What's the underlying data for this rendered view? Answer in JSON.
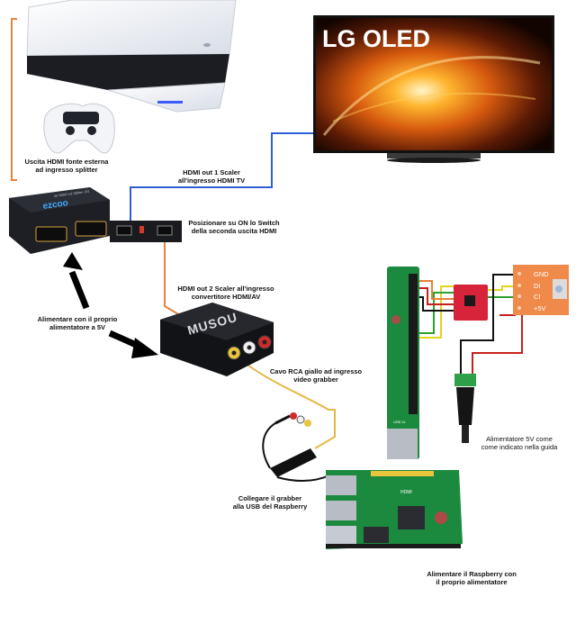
{
  "tv": {
    "brand": "LG OLED"
  },
  "devices": {
    "splitter_brand": "ezcoo",
    "splitter_model": "4K HDMI 1x2 Splitter 1X2",
    "converter_brand": "MUSOU",
    "hdmi_port": "HDMI",
    "pi_header_text": "USB 2x"
  },
  "led_module": {
    "pins": [
      "GND",
      "DI",
      "CI",
      "+5V"
    ]
  },
  "labels": {
    "ps5_out": [
      "Uscita HDMI fonte esterna",
      "ad ingresso splitter"
    ],
    "hdmi_out1": [
      "HDMI out 1 Scaler",
      "all'ingresso HDMI TV"
    ],
    "switch_on": [
      "Posizionare su ON lo Switch",
      "della seconda uscita HDMI"
    ],
    "hdmi_out2": [
      "HDMI out 2 Scaler all'ingresso",
      "convertitore HDMI/AV"
    ],
    "power_splitter": [
      "Alimentare con il proprio",
      "alimentatore a 5V"
    ],
    "rca_cable": [
      "Cavo RCA giallo ad ingresso",
      "video grabber"
    ],
    "psu_5v": [
      "Alimentatore 5V come",
      "come indicato nella guida"
    ],
    "grabber_usb": [
      "Collegare il grabber",
      "alla USB del Raspberry"
    ],
    "pi_power": [
      "Alimentare il Raspberry con",
      "il proprio alimentatore"
    ]
  },
  "colors": {
    "hdmi_tv_wire": "#2f5fd6",
    "orange_wire": "#e8823c",
    "rca_yellow_wire": "#e6b84a",
    "data_wire_yellow": "#e8d21a",
    "data_wire_green": "#2fa02f",
    "power_wire_red": "#c8201c",
    "ground_wire_black": "#111111",
    "pi_board_green": "#1c8a3e",
    "led_board_orange": "#f08a4a"
  }
}
